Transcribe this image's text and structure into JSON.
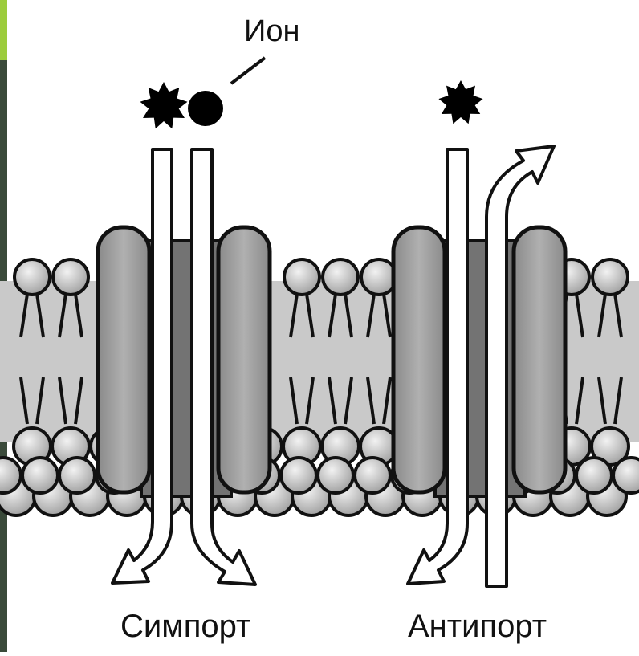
{
  "labels": {
    "ion": "Ион",
    "symport": "Симпорт",
    "antiport": "Антипорт"
  },
  "colors": {
    "outline": "#111111",
    "bilayer_core": "#c9c9c9",
    "channel_dark": "#737373",
    "protein": "#9e9e9e",
    "lipid_head": "#bdbdbd",
    "arrow_fill": "#ffffff"
  },
  "icons": [
    "star-particle-icon",
    "round-ion-icon"
  ]
}
